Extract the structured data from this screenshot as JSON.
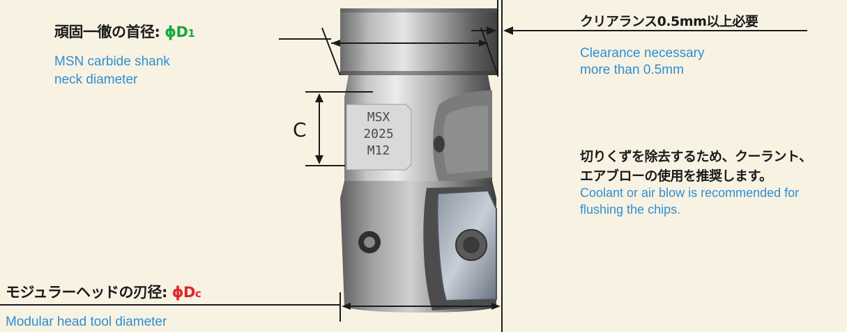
{
  "labels": {
    "neck_jp": "頑固一徹の首径:",
    "neck_symbol": "ϕD",
    "neck_subscript": "1",
    "neck_en_line1": "MSN carbide shank",
    "neck_en_line2": "neck diameter",
    "clearance_jp": "クリアランス0.5mm以上必要",
    "clearance_en_line1": "Clearance necessary",
    "clearance_en_line2": "more than 0.5mm",
    "coolant_jp_line1": "切りくずを除去するため、クーラント、",
    "coolant_jp_line2": "エアブローの使用を推奨します。",
    "coolant_en_line1": "Coolant or air blow is recommended for",
    "coolant_en_line2": "flushing the chips.",
    "head_jp": "モジュラーヘッドの刃径:",
    "head_symbol": "ϕD",
    "head_subscript": "c",
    "head_en": "Modular head tool diameter",
    "dim_c": "C"
  },
  "engraving": {
    "line1": "MSX",
    "line2": "2025",
    "line3": "M12"
  },
  "colors": {
    "background": "#f8f2e3",
    "japanese_text": "#1a1a1a",
    "english_text": "#2d8fd1",
    "neck_symbol": "#1aa640",
    "head_symbol": "#e0262b"
  }
}
